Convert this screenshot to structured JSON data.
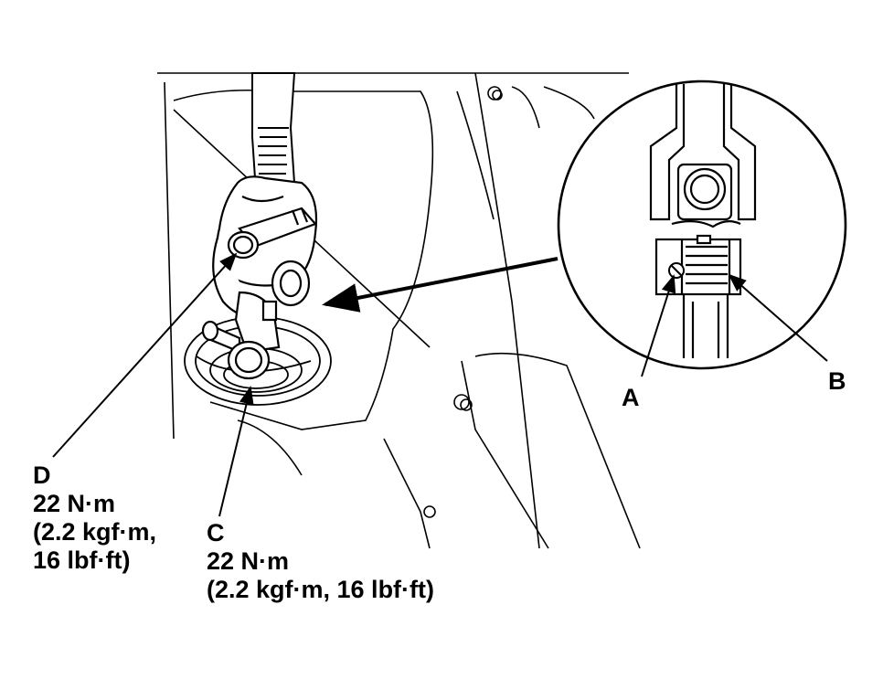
{
  "labels": {
    "A": {
      "letter": "A"
    },
    "B": {
      "letter": "B"
    },
    "C": {
      "letter": "C",
      "torque": "22 N·m",
      "conversion": "(2.2 kgf·m, 16 lbf·ft)"
    },
    "D": {
      "letter": "D",
      "torque": "22 N·m",
      "conversion_line1": "(2.2 kgf·m,",
      "conversion_line2": "16 lbf·ft)"
    }
  },
  "colors": {
    "ink": "#000000",
    "paper": "#ffffff"
  }
}
